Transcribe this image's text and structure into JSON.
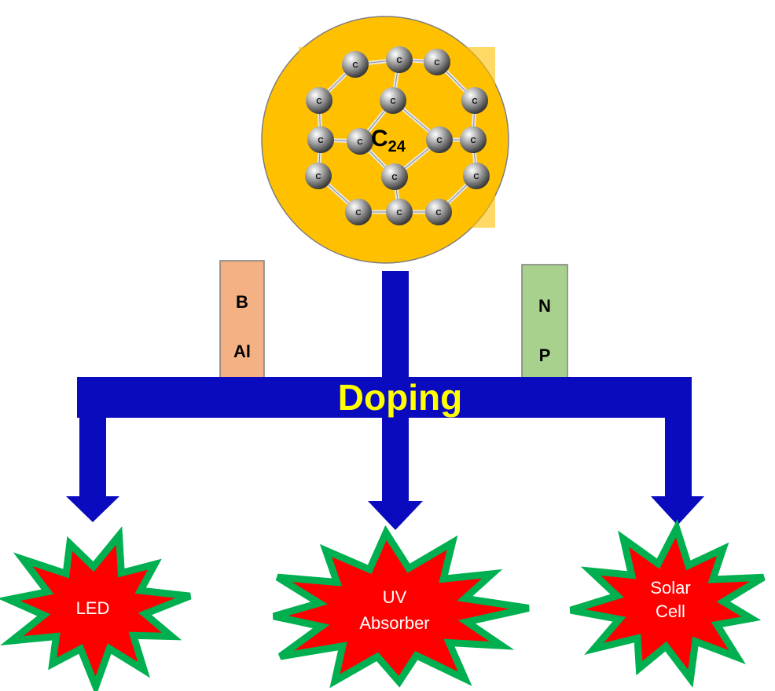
{
  "molecule": {
    "label": "C",
    "subscript": "24",
    "atom_label": "C",
    "circle_color": "#FFC000"
  },
  "dopants": {
    "left": {
      "lines": [
        "B",
        "Al"
      ],
      "fill": "#F4B183"
    },
    "right": {
      "lines": [
        "N",
        "P"
      ],
      "fill": "#A9D18E"
    }
  },
  "process": {
    "label": "Doping",
    "bar_color": "#0A0ABE",
    "label_color": "#FFFF00"
  },
  "applications": [
    {
      "lines": [
        "LED"
      ]
    },
    {
      "lines": [
        "UV",
        "Absorber"
      ]
    },
    {
      "lines": [
        "Solar",
        "Cell"
      ]
    }
  ],
  "colors": {
    "starburst_fill": "#FF0000",
    "starburst_border": "#00B050"
  }
}
